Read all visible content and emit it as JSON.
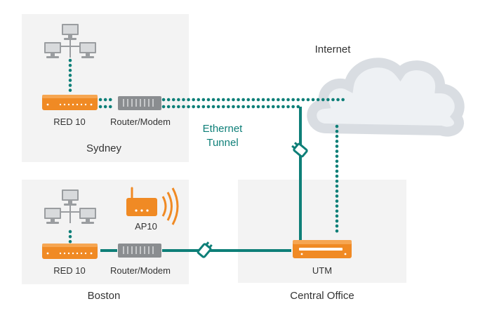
{
  "colors": {
    "orange": "#f08a24",
    "teal": "#0e7f78",
    "gray": "#8a8d90",
    "panel": "#f3f3f3",
    "cloud": "#eef1f4"
  },
  "icons": [
    "computer-icon",
    "router-modem-icon",
    "red-device-icon",
    "access-point-icon",
    "utm-device-icon",
    "cloud-icon",
    "plug-connector-icon"
  ],
  "sites": {
    "sydney": {
      "name": "Sydney",
      "red_label": "RED 10",
      "router_label": "Router/Modem"
    },
    "boston": {
      "name": "Boston",
      "red_label": "RED 10",
      "router_label": "Router/Modem",
      "ap_label": "AP10"
    },
    "central": {
      "name": "Central Office",
      "utm_label": "UTM"
    }
  },
  "internet_label": "Internet",
  "tunnel_label": {
    "line1": "Ethernet",
    "line2": "Tunnel"
  }
}
